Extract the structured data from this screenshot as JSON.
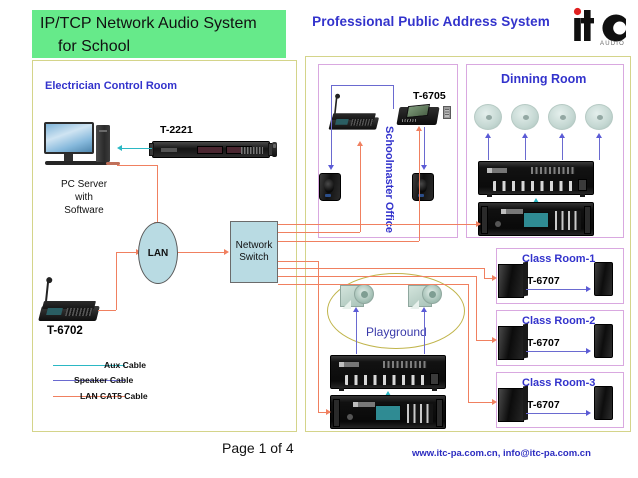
{
  "header": {
    "title_line1": "IP/TCP Network Audio System",
    "title_line2": "for School",
    "subtitle": "Professional Public Address System",
    "logo_text": "itC",
    "logo_sub": "AUDIO",
    "banner_color": "#66ea8a",
    "accent_color": "#3333cc"
  },
  "control_room": {
    "title": "Electrician Control Room",
    "pc_label_line1": "PC Server",
    "pc_label_line2": "with",
    "pc_label_line3": "Software",
    "rack_label": "T-2221",
    "console_label": "T-6702",
    "lan_label": "LAN",
    "switch_line1": "Network",
    "switch_line2": "Switch"
  },
  "legend": {
    "items": [
      {
        "label": "Aux Cable",
        "color": "#2bb8c4"
      },
      {
        "label": "Speaker Cable",
        "color": "#6a6ad0"
      },
      {
        "label": "LAN  CAT5 Cable",
        "color": "#f08060"
      }
    ]
  },
  "office": {
    "title_line1": "Schoolmaster",
    "title_line2": "Office",
    "adapter_label": "T-6705"
  },
  "dining": {
    "title": "Dinning Room",
    "ceiling_speaker_count": 4
  },
  "playground": {
    "label": "Playground",
    "horn_count": 2,
    "ellipse_color": "#c0b44a"
  },
  "classrooms": [
    {
      "title": "Class Room-1",
      "device": "T-6707"
    },
    {
      "title": "Class Room-2",
      "device": "T-6707"
    },
    {
      "title": "Class Room-3",
      "device": "T-6707"
    }
  ],
  "footer": {
    "page": "Page 1 of 4",
    "contact": "www.itc-pa.com.cn, info@itc-pa.com.cn"
  }
}
